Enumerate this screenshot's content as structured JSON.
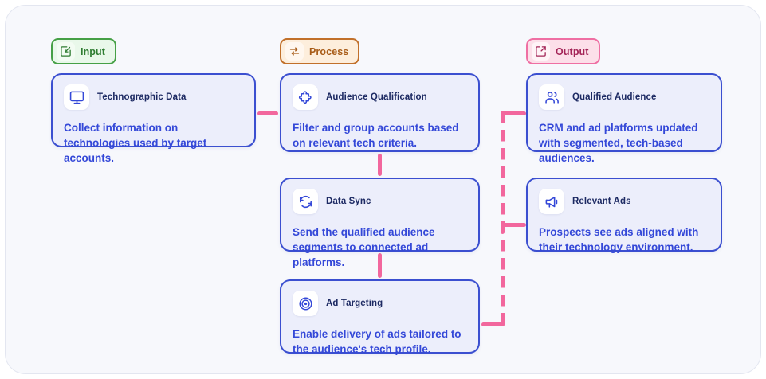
{
  "columns": [
    {
      "id": "input",
      "label": "Input",
      "icon": "import-arrow-icon"
    },
    {
      "id": "process",
      "label": "Process",
      "icon": "arrows-exchange-icon"
    },
    {
      "id": "output",
      "label": "Output",
      "icon": "external-link-icon"
    }
  ],
  "cards": {
    "technographic": {
      "title": "Technographic Data",
      "body": "Collect information on technologies used by target accounts.",
      "icon": "monitor-icon"
    },
    "qualification": {
      "title": "Audience Qualification",
      "body": "Filter and group accounts based on relevant tech criteria.",
      "icon": "puzzle-piece-icon"
    },
    "qualified_audience": {
      "title": "Qualified Audience",
      "body": "CRM and ad platforms updated with segmented, tech-based audiences.",
      "icon": "users-icon"
    },
    "data_sync": {
      "title": "Data Sync",
      "body": "Send the qualified audience segments to connected ad platforms.",
      "icon": "refresh-sync-icon"
    },
    "relevant_ads": {
      "title": "Relevant Ads",
      "body": "Prospects see ads aligned with their technology environment.",
      "icon": "megaphone-icon"
    },
    "ad_targeting": {
      "title": "Ad Targeting",
      "body": "Enable delivery of ads tailored to the audience's tech profile.",
      "icon": "target-icon"
    }
  },
  "colors": {
    "canvas_background": "#f7f8fc",
    "card_background": "#eceefb",
    "card_border": "#3b4fd0",
    "card_body_text": "#3448d8",
    "card_title_text": "#1d2a63",
    "connector": "#f2679d",
    "input_green": "#46a046",
    "process_orange": "#c1702a",
    "output_pink": "#ef6fa3"
  }
}
